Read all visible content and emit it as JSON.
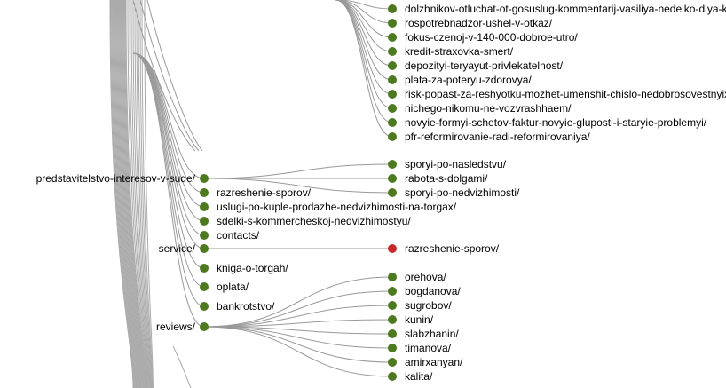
{
  "colors": {
    "node": "#4d7a1f",
    "highlight": "#c62828",
    "link": "#999999"
  },
  "tree": {
    "l1_nodes": [
      {
        "label": "predstavitelstvo-interesov-v-sude/",
        "children": [
          "sporyi-po-nasledstvu/",
          "rabota-s-dolgami/",
          "sporyi-po-nedvizhimosti/"
        ]
      },
      {
        "label": "service/",
        "children": [
          "razreshenie-sporov/"
        ],
        "child_highlight": true
      },
      {
        "label": "reviews/",
        "children": [
          "orehova/",
          "bogdanova/",
          "sugrobov/",
          "kunin/",
          "slabzhanin/",
          "timanova/",
          "amirxanyan/",
          "kalita/"
        ]
      }
    ],
    "l1_leaves": [
      "razreshenie-sporov/",
      "uslugi-po-kuple-prodazhe-nedvizhimosti-na-torgax/",
      "sdelki-s-kommercheskoj-nedvizhimostyu/",
      "contacts/",
      "kniga-o-torgah/",
      "oplata/",
      "bankrotstvo/"
    ],
    "top_group": [
      "dolzhnikov-otluchat-ot-gosuslug-kommentarij-vasiliya-nedelko-dlya-ktv-ru/",
      "rospotrebnadzor-ushel-v-otkaz/",
      "fokus-czenoj-v-140-000-dobroe-utro/",
      "kredit-straxovka-smert/",
      "depozityi-teryayut-privlekatelnost/",
      "plata-za-poteryu-zdorovya/",
      "risk-popast-za-reshyotku-mozhet-umenshit-chislo-nedobrosovestnyix-zaemshhikov/",
      "nichego-nikomu-ne-vozvrashhaem/",
      "novyie-formyi-schetov-faktur-novyie-gluposti-i-staryie-problemyi/",
      "pfr-reformirovanie-radi-reformirovaniya/"
    ]
  }
}
